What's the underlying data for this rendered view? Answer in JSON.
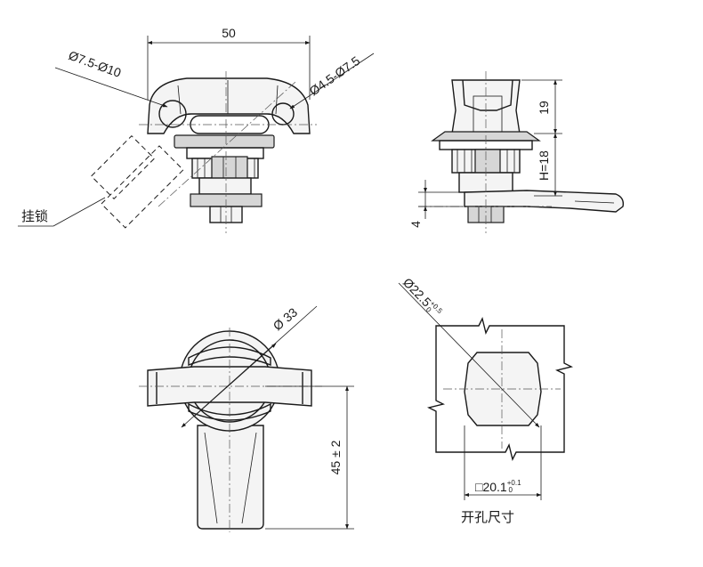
{
  "dimensions": {
    "width_50": "50",
    "dia_7_5_10": "Ø7.5-Ø10",
    "dia_4_5_7_5": "Ø4.5-Ø7.5",
    "height_19": "19",
    "h_18": "H=18",
    "dim_4": "4",
    "dia_33": "Ø 33",
    "len_45": "45 ± 2",
    "hole_dia_main": "Ø22.5",
    "hole_dia_tol_upper": "+0.5",
    "hole_dia_tol_lower": "0",
    "square_main": "□20.1",
    "square_tol_upper": "+0.1",
    "square_tol_lower": "0"
  },
  "labels": {
    "padlock": "挂锁",
    "cutout_size": "开孔尺寸"
  }
}
